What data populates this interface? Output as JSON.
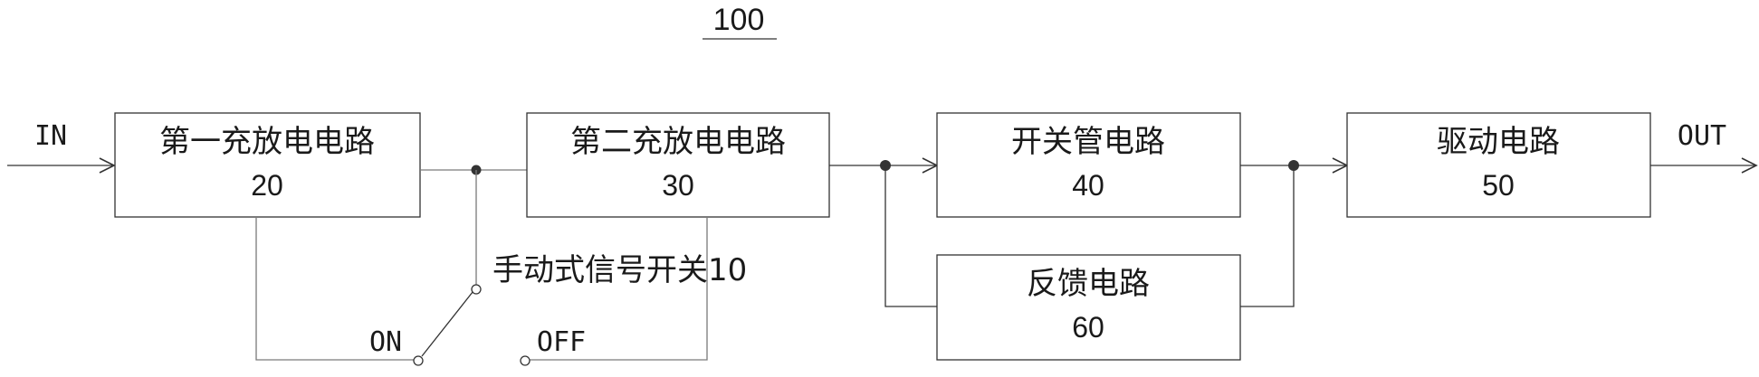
{
  "reference": "100",
  "input_label": "IN",
  "output_label": "OUT",
  "blocks": {
    "first_charge": {
      "name": "第一充放电电路",
      "number": "20"
    },
    "second_charge": {
      "name": "第二充放电电路",
      "number": "30"
    },
    "switch_tube": {
      "name": "开关管电路",
      "number": "40"
    },
    "driver": {
      "name": "驱动电路",
      "number": "50"
    },
    "feedback": {
      "name": "反馈电路",
      "number": "60"
    }
  },
  "manual_switch": {
    "label": "手动式信号开关10",
    "on_label": "ON",
    "off_label": "OFF"
  },
  "colors": {
    "line": "#333333",
    "text": "#1a1a1a"
  }
}
